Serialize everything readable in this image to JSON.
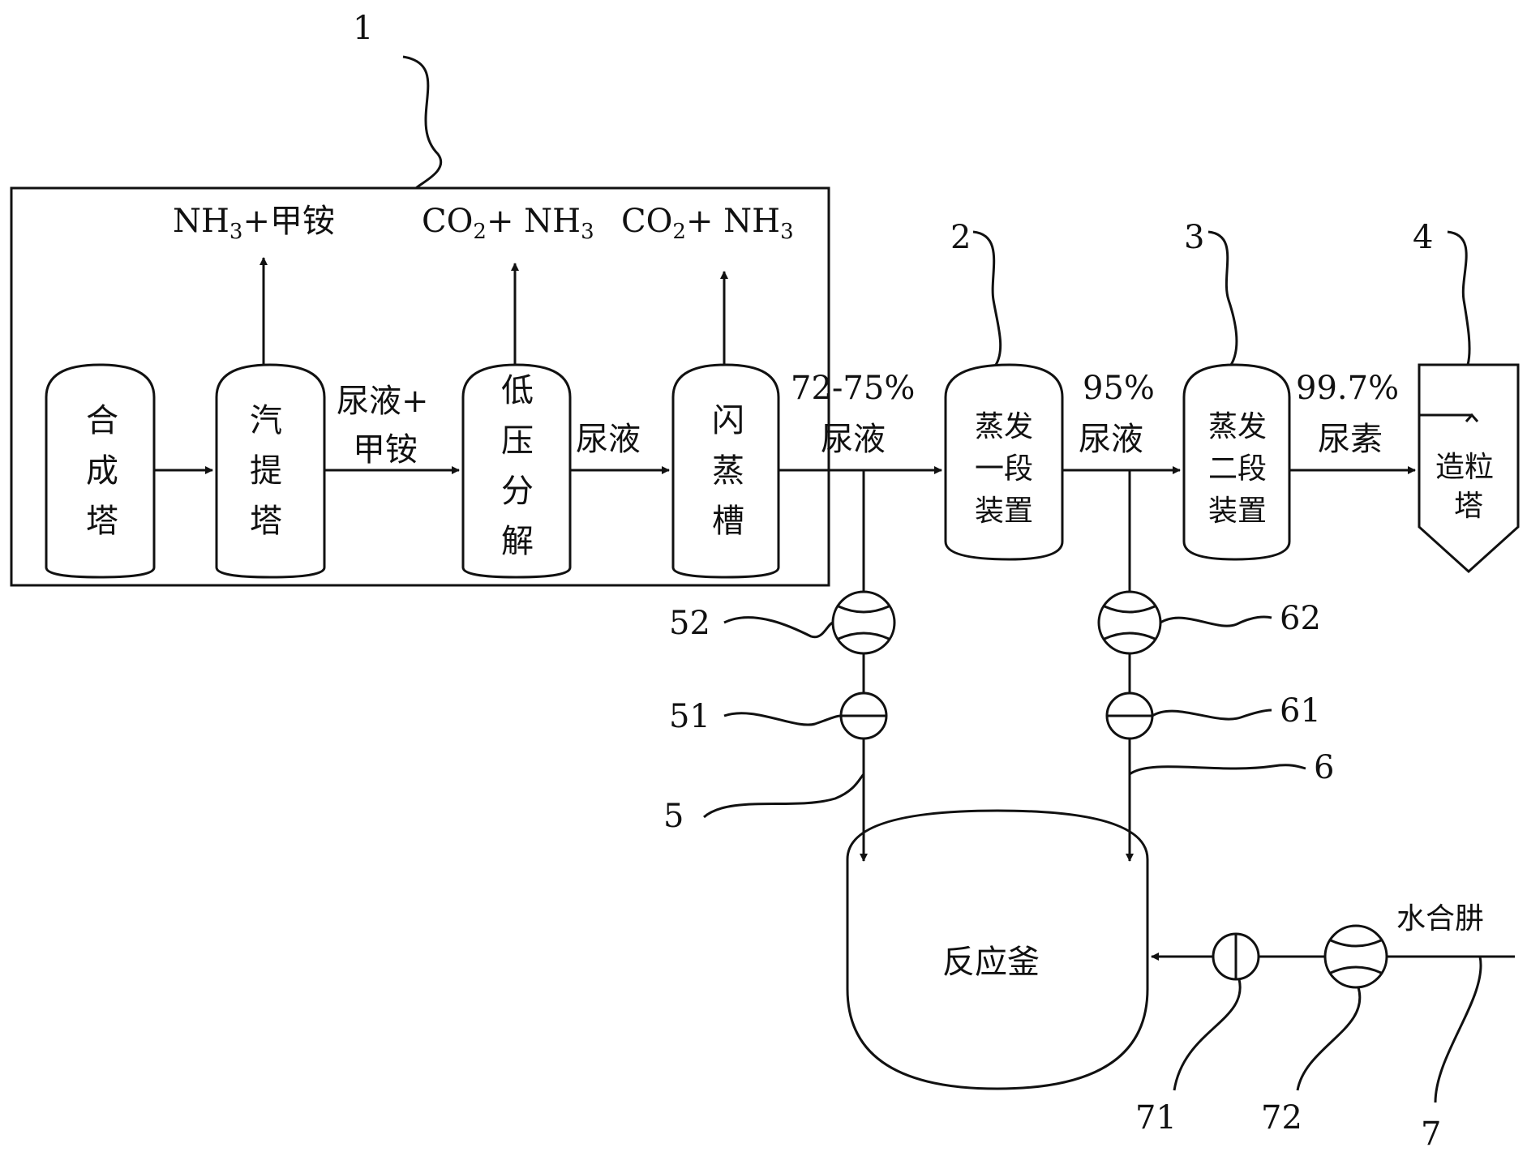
{
  "refs": {
    "r1": "1",
    "r2": "2",
    "r3": "3",
    "r4": "4",
    "r5": "5",
    "r6": "6",
    "r7": "7",
    "r51": "51",
    "r52": "52",
    "r61": "61",
    "r62": "62",
    "r71": "71",
    "r72": "72"
  },
  "vessels": {
    "synthesis": [
      "合",
      "成",
      "塔"
    ],
    "stripper": [
      "汽",
      "提",
      "塔"
    ],
    "lowpressure": [
      "低",
      "压",
      "分",
      "解"
    ],
    "flash": [
      "闪",
      "蒸",
      "槽"
    ],
    "evap1": [
      "蒸发",
      "一段",
      "装置"
    ],
    "evap2": [
      "蒸发",
      "二段",
      "装置"
    ],
    "prill": [
      "造粒",
      "塔"
    ],
    "reactor": "反应釜"
  },
  "gas_outputs": {
    "stripper": {
      "a": "NH",
      "a_sub": "3",
      "b": "+甲铵"
    },
    "lowpressure": {
      "a": "CO",
      "a_sub": "2",
      "b": "+ NH",
      "b_sub": "3"
    },
    "flash": {
      "a": "CO",
      "a_sub": "2",
      "b": "+ NH",
      "b_sub": "3"
    }
  },
  "streams": {
    "s1_line1": "尿液+",
    "s1_line2": "甲铵",
    "s2": "尿液",
    "s3_line1": "72-75%",
    "s3_line2": "尿液",
    "s4_line1": "95%",
    "s4_line2": "尿液",
    "s5_line1": "99.7%",
    "s5_line2": "尿素",
    "hydrazine": "水合肼"
  }
}
